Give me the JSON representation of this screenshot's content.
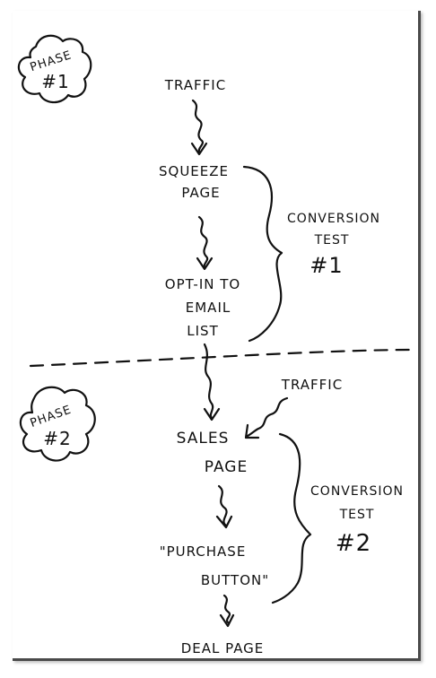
{
  "phase1": {
    "label_line1": "PHASE",
    "label_line2": "#1"
  },
  "phase2": {
    "label_line1": "PHASE",
    "label_line2": "#2"
  },
  "flow1": {
    "traffic": "TRAFFIC",
    "squeeze_line1": "SQUEEZE",
    "squeeze_line2": "PAGE",
    "optin_line1": "OPT-IN TO",
    "optin_line2": "EMAIL",
    "optin_line3": "LIST",
    "conversion_line1": "CONVERSION",
    "conversion_line2": "TEST",
    "conversion_line3": "#1"
  },
  "flow2": {
    "traffic": "TRAFFIC",
    "sales_line1": "SALES",
    "sales_line2": "PAGE",
    "purchase_line1": "\"PURCHASE",
    "purchase_line2": "BUTTON\"",
    "deal": "DEAL PAGE",
    "conversion_line1": "CONVERSION",
    "conversion_line2": "TEST",
    "conversion_line3": "#2"
  }
}
